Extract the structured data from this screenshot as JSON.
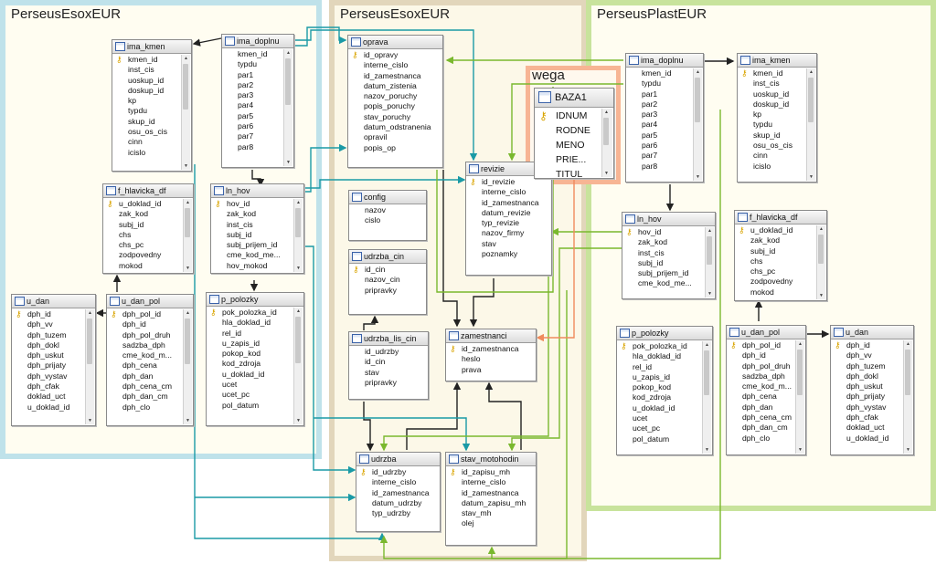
{
  "regions": [
    {
      "id": "esox_left",
      "title": "PerseusEsoxEUR",
      "bg": "#fffdf1",
      "border": "#bfe2ea"
    },
    {
      "id": "esox_center",
      "title": "PerseusEsoxEUR",
      "bg": "#fcf8e8",
      "border": "#e2d6bb"
    },
    {
      "id": "plast",
      "title": "PerseusPlastEUR",
      "bg": "#fffdf1",
      "border": "#c8e39c"
    },
    {
      "id": "wega",
      "title": "wega",
      "bg": "#fff8ee",
      "border": "#f7b594"
    }
  ],
  "tables": [
    {
      "id": "L_ima_kmen",
      "title": "ima_kmen",
      "fields": [
        {
          "name": "kmen_id",
          "key": true
        },
        {
          "name": "inst_cis"
        },
        {
          "name": "uoskup_id"
        },
        {
          "name": "doskup_id"
        },
        {
          "name": "kp"
        },
        {
          "name": "typdu"
        },
        {
          "name": "skup_id"
        },
        {
          "name": "osu_os_cis"
        },
        {
          "name": "cinn"
        },
        {
          "name": "icislo"
        }
      ]
    },
    {
      "id": "L_ima_doplnu",
      "title": "ima_doplnu",
      "fields": [
        {
          "name": "kmen_id"
        },
        {
          "name": "typdu"
        },
        {
          "name": "par1"
        },
        {
          "name": "par2"
        },
        {
          "name": "par3"
        },
        {
          "name": "par4"
        },
        {
          "name": "par5"
        },
        {
          "name": "par6"
        },
        {
          "name": "par7"
        },
        {
          "name": "par8"
        }
      ]
    },
    {
      "id": "L_f_hlavicka_df",
      "title": "f_hlavicka_df",
      "fields": [
        {
          "name": "u_doklad_id",
          "key": true
        },
        {
          "name": "zak_kod"
        },
        {
          "name": "subj_id"
        },
        {
          "name": "chs"
        },
        {
          "name": "chs_pc"
        },
        {
          "name": "zodpovedny"
        },
        {
          "name": "mokod"
        }
      ]
    },
    {
      "id": "L_ln_hov",
      "title": "ln_hov",
      "fields": [
        {
          "name": "hov_id",
          "key": true
        },
        {
          "name": "zak_kod"
        },
        {
          "name": "inst_cis"
        },
        {
          "name": "subj_id"
        },
        {
          "name": "subj_prijem_id"
        },
        {
          "name": "cme_kod_me..."
        },
        {
          "name": "hov_mokod"
        }
      ]
    },
    {
      "id": "L_u_dan",
      "title": "u_dan",
      "fields": [
        {
          "name": "dph_id",
          "key": true
        },
        {
          "name": "dph_vv"
        },
        {
          "name": "dph_tuzem"
        },
        {
          "name": "dph_dokl"
        },
        {
          "name": "dph_uskut"
        },
        {
          "name": "dph_prijaty"
        },
        {
          "name": "dph_vystav"
        },
        {
          "name": "dph_cfak"
        },
        {
          "name": "doklad_uct"
        },
        {
          "name": "u_doklad_id"
        }
      ]
    },
    {
      "id": "L_u_dan_pol",
      "title": "u_dan_pol",
      "fields": [
        {
          "name": "dph_pol_id",
          "key": true
        },
        {
          "name": "dph_id"
        },
        {
          "name": "dph_pol_druh"
        },
        {
          "name": "sadzba_dph"
        },
        {
          "name": "cme_kod_m..."
        },
        {
          "name": "dph_cena"
        },
        {
          "name": "dph_dan"
        },
        {
          "name": "dph_cena_cm"
        },
        {
          "name": "dph_dan_cm"
        },
        {
          "name": "dph_clo"
        }
      ]
    },
    {
      "id": "L_p_polozky",
      "title": "p_polozky",
      "fields": [
        {
          "name": "pok_polozka_id",
          "key": true
        },
        {
          "name": "hla_doklad_id"
        },
        {
          "name": "rel_id"
        },
        {
          "name": "u_zapis_id"
        },
        {
          "name": "pokop_kod"
        },
        {
          "name": "kod_zdroja"
        },
        {
          "name": "u_doklad_id"
        },
        {
          "name": "ucet"
        },
        {
          "name": "ucet_pc"
        },
        {
          "name": "pol_datum"
        }
      ]
    },
    {
      "id": "C_oprava",
      "title": "oprava",
      "fields": [
        {
          "name": "id_opravy",
          "key": true
        },
        {
          "name": "interne_cislo"
        },
        {
          "name": "id_zamestnanca"
        },
        {
          "name": "datum_zistenia"
        },
        {
          "name": "nazov_poruchy"
        },
        {
          "name": "popis_poruchy"
        },
        {
          "name": "stav_poruchy"
        },
        {
          "name": "datum_odstranenia"
        },
        {
          "name": "opravil"
        },
        {
          "name": "popis_op"
        }
      ]
    },
    {
      "id": "C_revizie",
      "title": "revizie",
      "fields": [
        {
          "name": "id_revizie",
          "key": true
        },
        {
          "name": "interne_cislo"
        },
        {
          "name": "id_zamestnanca"
        },
        {
          "name": "datum_revizie"
        },
        {
          "name": "typ_revizie"
        },
        {
          "name": "nazov_firmy"
        },
        {
          "name": "stav"
        },
        {
          "name": "poznamky"
        }
      ]
    },
    {
      "id": "C_config",
      "title": "config",
      "fields": [
        {
          "name": "nazov"
        },
        {
          "name": "cislo"
        }
      ]
    },
    {
      "id": "C_udrzba_cin",
      "title": "udrzba_cin",
      "fields": [
        {
          "name": "id_cin",
          "key": true
        },
        {
          "name": "nazov_cin"
        },
        {
          "name": "pripravky"
        }
      ]
    },
    {
      "id": "C_udrzba_lis_cin",
      "title": "udrzba_lis_cin",
      "fields": [
        {
          "name": "id_udrzby"
        },
        {
          "name": "id_cin"
        },
        {
          "name": "stav"
        },
        {
          "name": "pripravky"
        }
      ]
    },
    {
      "id": "C_zamestnanci",
      "title": "zamestnanci",
      "fields": [
        {
          "name": "id_zamestnanca",
          "key": true
        },
        {
          "name": "heslo"
        },
        {
          "name": "prava"
        }
      ]
    },
    {
      "id": "C_udrzba",
      "title": "udrzba",
      "fields": [
        {
          "name": "id_udrzby",
          "key": true
        },
        {
          "name": "interne_cislo"
        },
        {
          "name": "id_zamestnanca"
        },
        {
          "name": "datum_udrzby"
        },
        {
          "name": "typ_udrzby"
        }
      ]
    },
    {
      "id": "C_stav_motohodin",
      "title": "stav_motohodin",
      "fields": [
        {
          "name": "id_zapisu_mh",
          "key": true
        },
        {
          "name": "interne_cislo"
        },
        {
          "name": "id_zamestnanca"
        },
        {
          "name": "datum_zapisu_mh"
        },
        {
          "name": "stav_mh"
        },
        {
          "name": "olej"
        }
      ]
    },
    {
      "id": "W_baza1",
      "title": "BAZA1",
      "fields": [
        {
          "name": "IDNUM",
          "key": true
        },
        {
          "name": "RODNE"
        },
        {
          "name": "MENO"
        },
        {
          "name": "PRIE..."
        },
        {
          "name": "TITUL"
        }
      ]
    },
    {
      "id": "R_ima_doplnu",
      "title": "ima_doplnu",
      "fields": [
        {
          "name": "kmen_id"
        },
        {
          "name": "typdu"
        },
        {
          "name": "par1"
        },
        {
          "name": "par2"
        },
        {
          "name": "par3"
        },
        {
          "name": "par4"
        },
        {
          "name": "par5"
        },
        {
          "name": "par6"
        },
        {
          "name": "par7"
        },
        {
          "name": "par8"
        }
      ]
    },
    {
      "id": "R_ima_kmen",
      "title": "ima_kmen",
      "fields": [
        {
          "name": "kmen_id",
          "key": true
        },
        {
          "name": "inst_cis"
        },
        {
          "name": "uoskup_id"
        },
        {
          "name": "doskup_id"
        },
        {
          "name": "kp"
        },
        {
          "name": "typdu"
        },
        {
          "name": "skup_id"
        },
        {
          "name": "osu_os_cis"
        },
        {
          "name": "cinn"
        },
        {
          "name": "icislo"
        }
      ]
    },
    {
      "id": "R_ln_hov",
      "title": "ln_hov",
      "fields": [
        {
          "name": "hov_id",
          "key": true
        },
        {
          "name": "zak_kod"
        },
        {
          "name": "inst_cis"
        },
        {
          "name": "subj_id"
        },
        {
          "name": "subj_prijem_id"
        },
        {
          "name": "cme_kod_me..."
        }
      ]
    },
    {
      "id": "R_f_hlavicka_df",
      "title": "f_hlavicka_df",
      "fields": [
        {
          "name": "u_doklad_id",
          "key": true
        },
        {
          "name": "zak_kod"
        },
        {
          "name": "subj_id"
        },
        {
          "name": "chs"
        },
        {
          "name": "chs_pc"
        },
        {
          "name": "zodpovedny"
        },
        {
          "name": "mokod"
        }
      ]
    },
    {
      "id": "R_p_polozky",
      "title": "p_polozky",
      "fields": [
        {
          "name": "pok_polozka_id",
          "key": true
        },
        {
          "name": "hla_doklad_id"
        },
        {
          "name": "rel_id"
        },
        {
          "name": "u_zapis_id"
        },
        {
          "name": "pokop_kod"
        },
        {
          "name": "kod_zdroja"
        },
        {
          "name": "u_doklad_id"
        },
        {
          "name": "ucet"
        },
        {
          "name": "ucet_pc"
        },
        {
          "name": "pol_datum"
        }
      ]
    },
    {
      "id": "R_u_dan_pol",
      "title": "u_dan_pol",
      "fields": [
        {
          "name": "dph_pol_id",
          "key": true
        },
        {
          "name": "dph_id"
        },
        {
          "name": "dph_pol_druh"
        },
        {
          "name": "sadzba_dph"
        },
        {
          "name": "cme_kod_m..."
        },
        {
          "name": "dph_cena"
        },
        {
          "name": "dph_dan"
        },
        {
          "name": "dph_cena_cm"
        },
        {
          "name": "dph_dan_cm"
        },
        {
          "name": "dph_clo"
        }
      ]
    },
    {
      "id": "R_u_dan",
      "title": "u_dan",
      "fields": [
        {
          "name": "dph_id",
          "key": true
        },
        {
          "name": "dph_vv"
        },
        {
          "name": "dph_tuzem"
        },
        {
          "name": "dph_dokl"
        },
        {
          "name": "dph_uskut"
        },
        {
          "name": "dph_prijaty"
        },
        {
          "name": "dph_vystav"
        },
        {
          "name": "dph_cfak"
        },
        {
          "name": "doklad_uct"
        },
        {
          "name": "u_doklad_id"
        }
      ]
    }
  ],
  "link_colors": {
    "black": "#222222",
    "teal": "#1a9aa6",
    "green": "#7ab82e",
    "orange": "#f08a5d"
  }
}
